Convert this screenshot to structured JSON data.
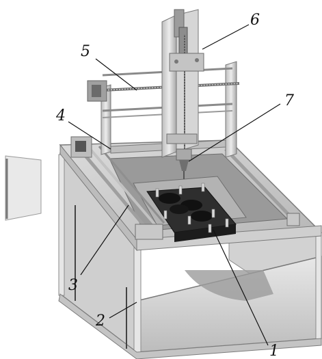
{
  "callouts": {
    "c1": "1",
    "c2": "2",
    "c3": "3",
    "c4": "4",
    "c5": "5",
    "c6": "6",
    "c7": "7"
  },
  "colors": {
    "frame_light": "#e4e4e4",
    "frame_mid": "#c9c9c9",
    "frame_dark": "#8e8e8e",
    "glass": "#d8d8d8",
    "block": "#2e2e2e",
    "rod": "#a9a9a9"
  }
}
